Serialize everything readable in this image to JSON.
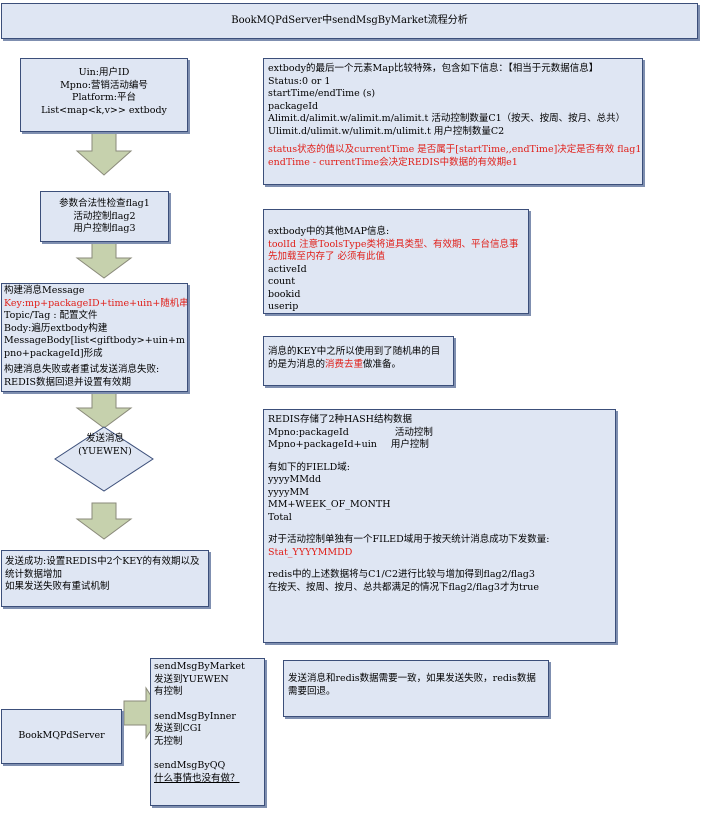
{
  "title": "BookMQPdServer中sendMsgByMarket流程分析",
  "step1": {
    "lines": [
      "Uin:用户ID",
      "Mpno:营销活动编号",
      "Platform:平台",
      "List<map<k,v>> extbody"
    ]
  },
  "step2": {
    "lines": [
      "参数合法性检查flag1",
      "活动控制flag2",
      "用户控制flag3"
    ]
  },
  "step3": {
    "line1": "构建消息Message",
    "line2": "Key:mp+packageID+time+uin+随机串",
    "line3": "Topic/Tag : 配置文件",
    "line4": "Body:遍历extbody构建",
    "line5": "MessageBody[list<giftbody>+uin+mpno+packageId]形成",
    "line6": "构建消息失败或者重试发送消息失败:",
    "line7": "REDIS数据回退并设置有效期"
  },
  "decision": {
    "label": "发送消息",
    "sublabel": "(YUEWEN)"
  },
  "step4": {
    "line1": "发送成功:设置REDIS中2个KEY的有效期以及统计数据增加",
    "line2": "如果发送失败有重试机制"
  },
  "note1": {
    "line1": "extbody的最后一个元素Map比较特殊，包含如下信息：【相当于元数据信息】",
    "line2": "Status:0 or 1",
    "line3": "startTime/endTime  (s)",
    "line4": "packageId",
    "line5": "Alimit.d/alimit.w/alimit.m/alimit.t  活动控制数量C1（按天、按周、按月、总共）",
    "line6": "Ulimit.d/ulimit.w/ulimit.m/ulimit.t 用户控制数量C2",
    "line7": "status状态的值以及currentTime 是否属于[startTime,,endTime]决定是否有效 flag1",
    "line8": "endTime - currentTime会决定REDIS中数据的有效期e1"
  },
  "note2": {
    "line1": "extbody中的其他MAP信息:",
    "line2": "toolId  注意ToolsType类将道具类型、有效期、平台信息事先加载至内存了   必须有此值",
    "line3": "activeId",
    "line4": "count",
    "line5": "bookid",
    "line6": "userip"
  },
  "note3": {
    "text_before": "消息的KEY中之所以使用到了随机串的目的是为消息的",
    "highlight": "消费去重",
    "text_after": "做准备。"
  },
  "note4": {
    "line1": "REDIS存储了2种HASH结构数据",
    "line2a": "Mpno:packageId",
    "line2b": "活动控制",
    "line3a": "Mpno+packageId+uin",
    "line3b": "用户控制",
    "line4": "有如下的FIELD域:",
    "line5": "yyyyMMdd",
    "line6": "yyyyMM",
    "line7": "MM+WEEK_OF_MONTH",
    "line8": "Total",
    "line9": "对于活动控制单独有一个FILED域用于按天统计消息成功下发数量:",
    "line10": "Stat_YYYYMMDD",
    "line11": "redis中的上述数据将与C1/C2进行比较与增加得到flag2/flag3",
    "line12": "在按天、按周、按月、总共都满足的情况下flag2/flag3才为true"
  },
  "server": {
    "label": "BookMQPdServer"
  },
  "methods": {
    "m1": "sendMsgByMarket",
    "m1a": "发送到YUEWEN",
    "m1b": "有控制",
    "m2": "sendMsgByInner",
    "m2a": "发送到CGI",
    "m2b": "无控制",
    "m3": "sendMsgByQQ",
    "m3a": "什么事情也没有做？"
  },
  "note5": {
    "text": "发送消息和redis数据需要一致，如果发送失败，redis数据需要回退。"
  },
  "colors": {
    "box_fill": "#dfe6f3",
    "arrow_fill": "#c6d1ad",
    "highlight_red": "#e0201a"
  }
}
